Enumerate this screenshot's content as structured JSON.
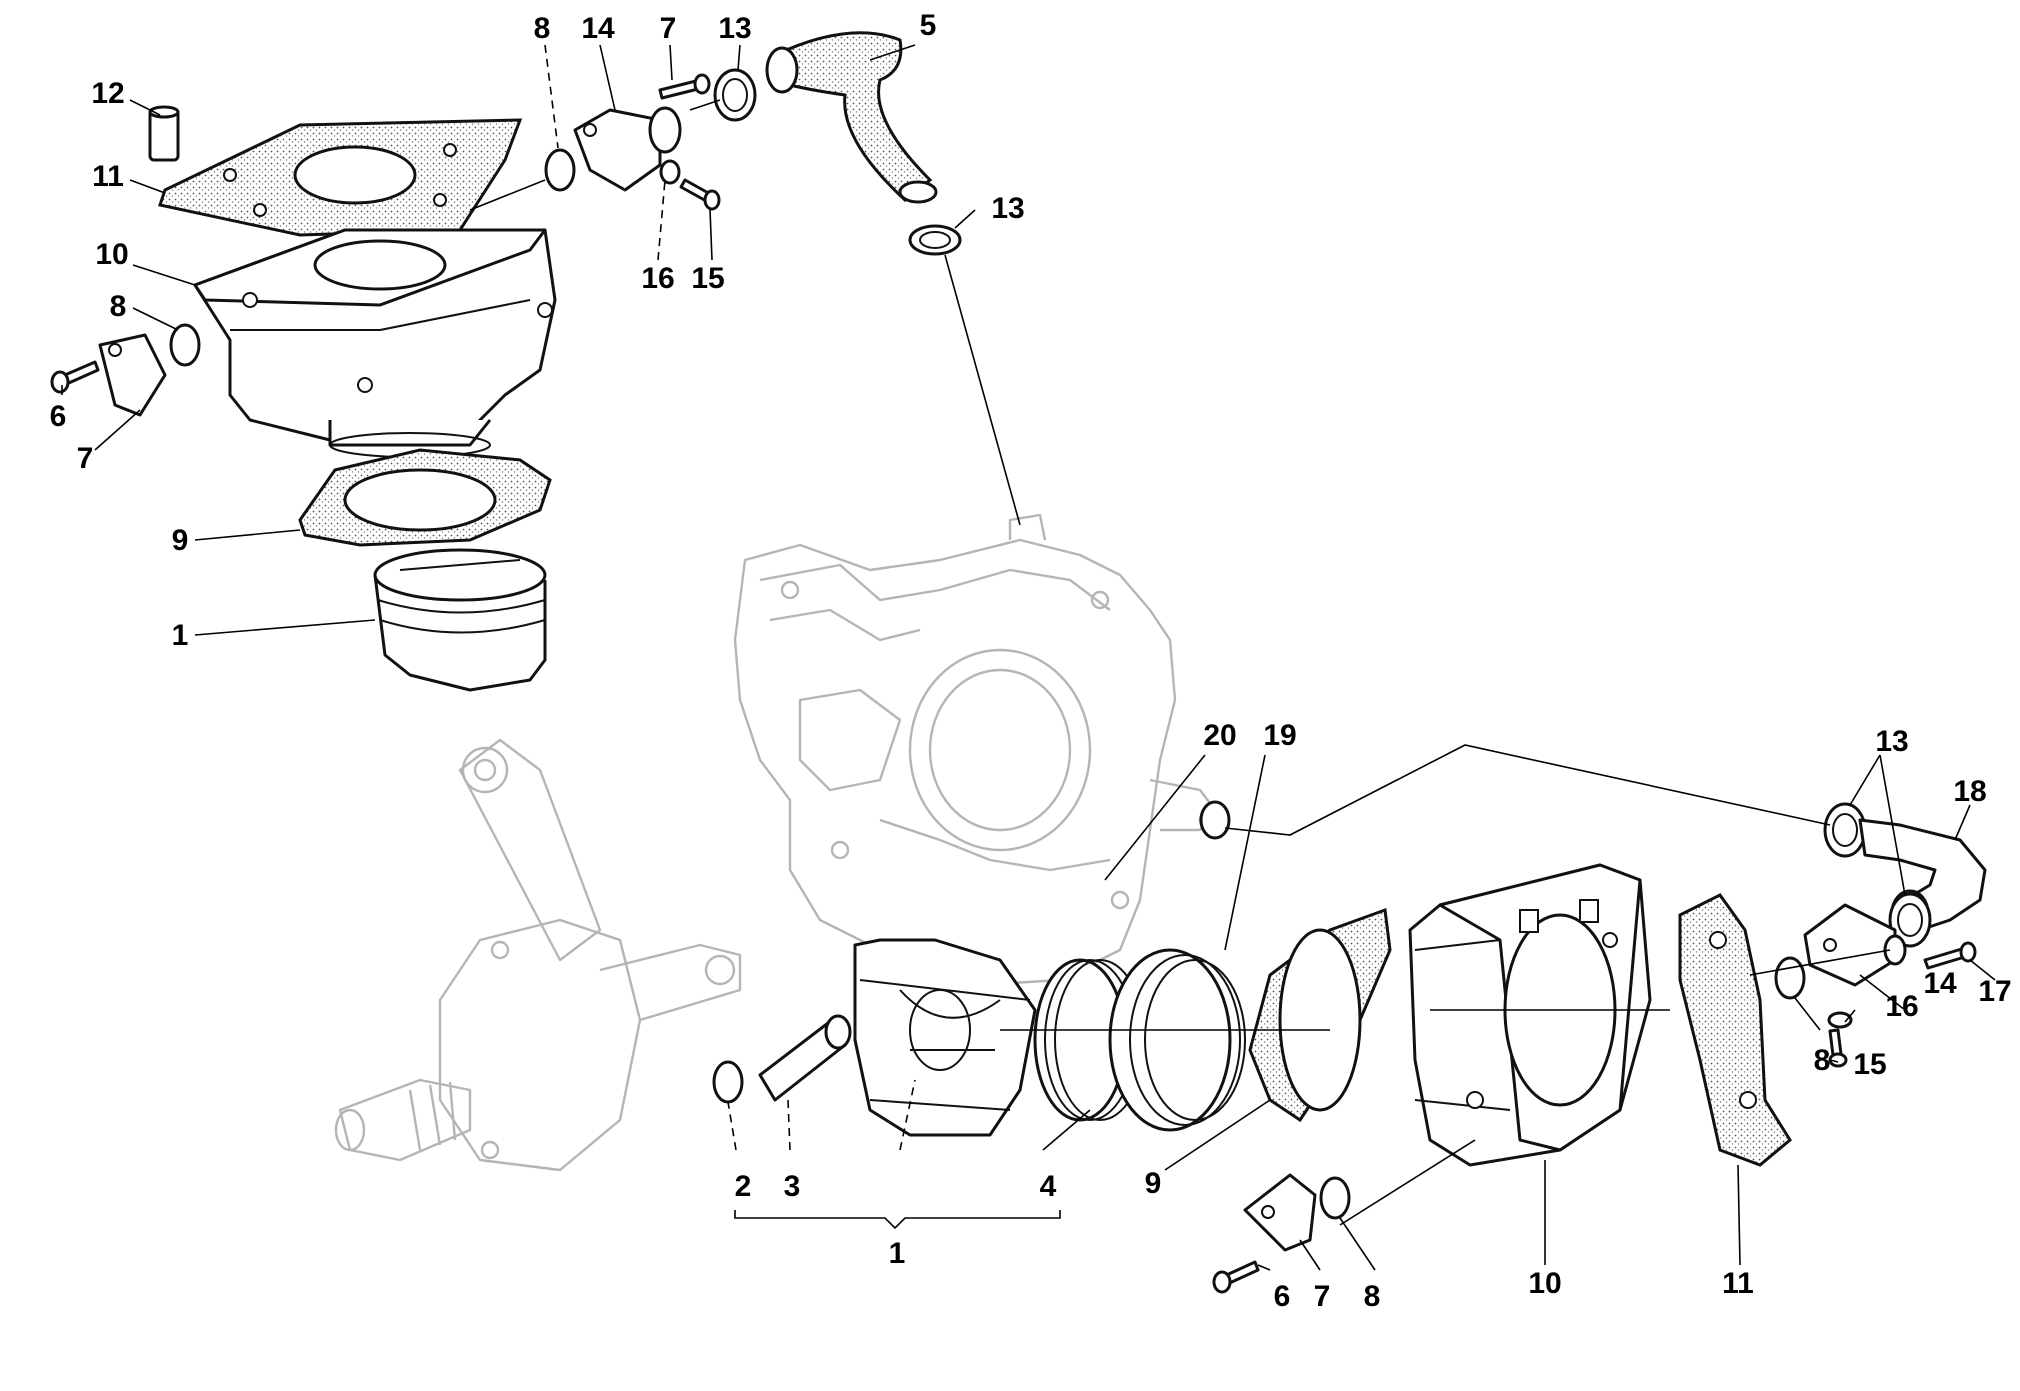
{
  "diagram": {
    "labels": {
      "top_12": "12",
      "top_11": "11",
      "top_10": "10",
      "top_8a": "8",
      "top_6": "6",
      "top_7a": "7",
      "top_9": "9",
      "top_1": "1",
      "top_8b": "8",
      "top_14": "14",
      "top_7b": "7",
      "top_13a": "13",
      "top_5": "5",
      "top_13b": "13",
      "top_16": "16",
      "top_15": "15",
      "mid_20": "20",
      "mid_19": "19",
      "mid_2": "2",
      "mid_3": "3",
      "mid_4": "4",
      "mid_1": "1",
      "right_13": "13",
      "right_18": "18",
      "right_17": "17",
      "right_14": "14",
      "right_16": "16",
      "right_8": "8",
      "right_15": "15",
      "bot_9": "9",
      "bot_6": "6",
      "bot_7": "7",
      "bot_8": "8",
      "bot_10": "10",
      "bot_11": "11"
    }
  },
  "colors": {
    "ink": "#111111",
    "ghost": "#b5b5b5",
    "background": "#ffffff"
  }
}
